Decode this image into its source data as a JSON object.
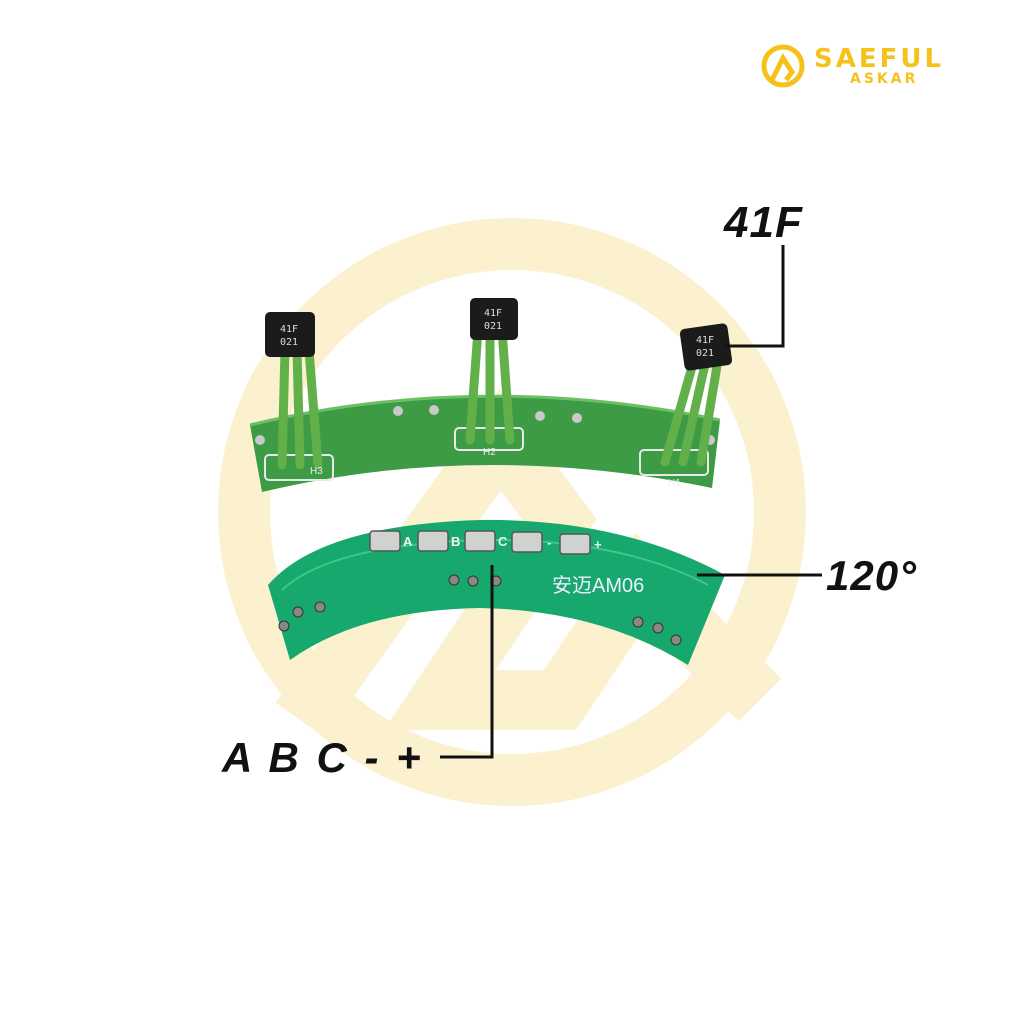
{
  "logo": {
    "line1": "SAEFUL",
    "line2": "ASKAR",
    "color": "#f5c21b"
  },
  "callouts": {
    "chip": "41F",
    "angle": "120°",
    "pins": "A B C - +"
  },
  "top_board": {
    "chip_marking_line1": "41F",
    "chip_marking_line2": "021",
    "sensor_labels": [
      "H3",
      "H2",
      "H1"
    ]
  },
  "bottom_board": {
    "pad_labels": [
      "A",
      "B",
      "C",
      "-",
      "+"
    ],
    "model": "安迈AM06"
  },
  "colors": {
    "pcb": "#16a86c",
    "pcb_dark": "#0d8a55",
    "watermark": "#fbf1cf",
    "lead": "#5fae47"
  }
}
